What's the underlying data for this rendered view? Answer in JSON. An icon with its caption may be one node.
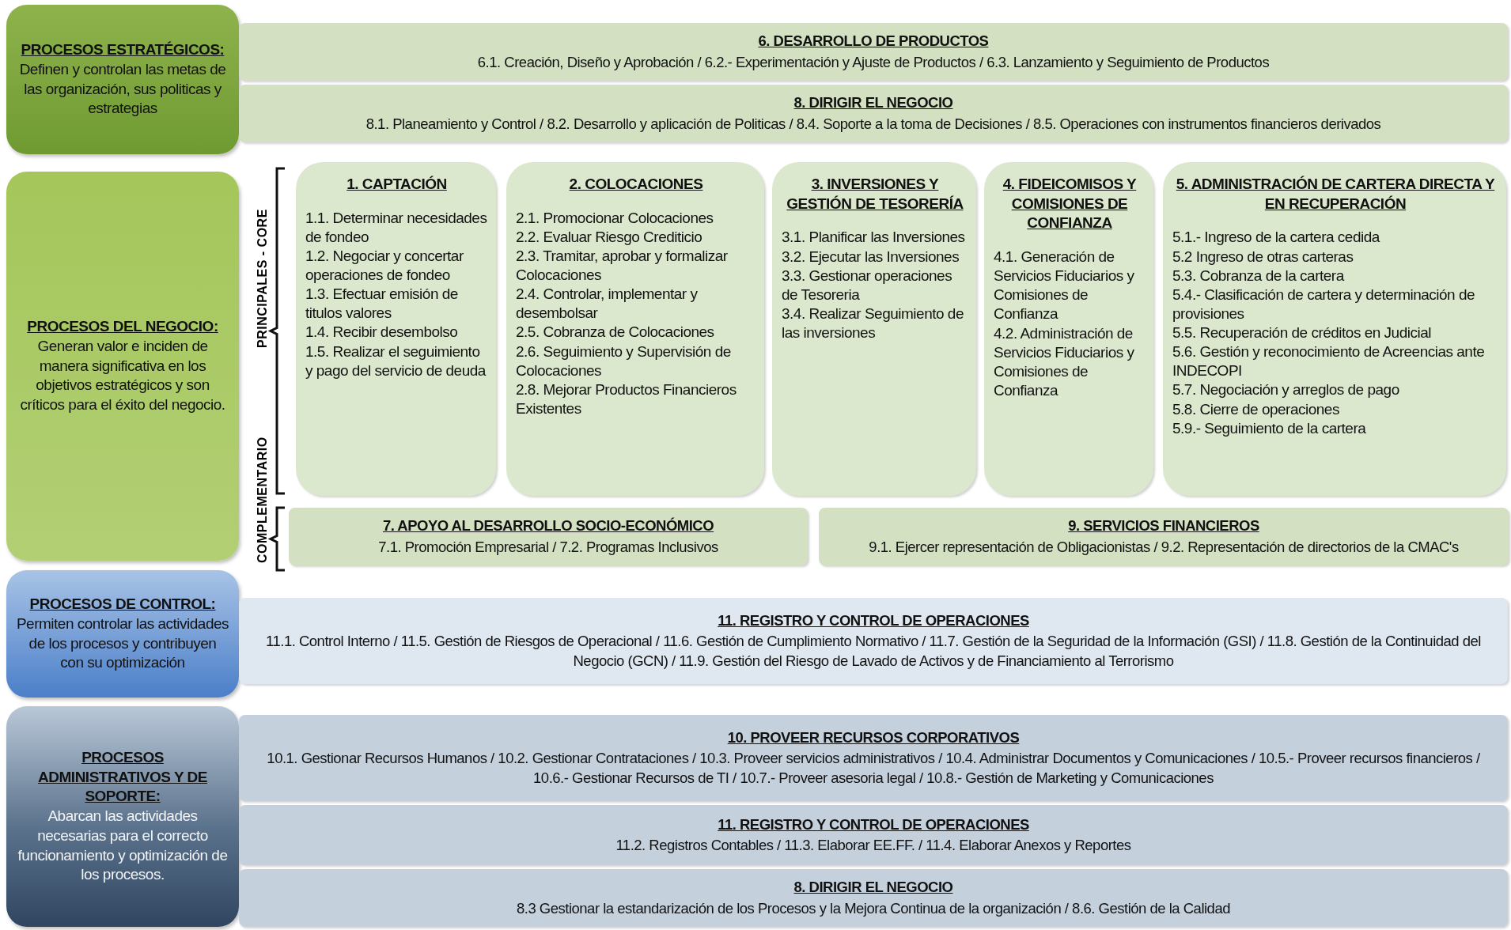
{
  "diagram": {
    "nodes": [
      {
        "text": [
          "PROCESOS ESTRATÉGICOS:",
          "Definen y controlan las metas de las organización, sus politicas y estrategias"
        ]
      },
      {
        "text": [
          "6. DESARROLLO DE PRODUCTOS",
          "6.1. Creación, Diseño y Aprobación / 6.2.- Experimentación y Ajuste de Productos / 6.3. Lanzamiento y Seguimiento de Productos"
        ]
      },
      {
        "text": [
          "8. DIRIGIR EL NEGOCIO",
          "8.1. Planeamiento y Control / 8.2. Desarrollo y aplicación de Politicas / 8.4. Soporte a la toma de Decisiones / 8.5. Operaciones con instrumentos financieros derivados"
        ]
      },
      {
        "text": [
          "PROCESOS DEL NEGOCIO:",
          "Generan valor e inciden de manera significativa en los objetivos estratégicos y son críticos para el éxito del negocio."
        ]
      },
      {
        "text": [
          "1. CAPTACIÓN",
          "1.1. Determinar necesidades de fondeo",
          "1.2. Negociar y concertar operaciones de fondeo",
          "1.3. Efectuar emisión de titulos valores",
          "1.4. Recibir desembolso",
          "1.5. Realizar el seguimiento y pago del servicio de deuda"
        ]
      },
      {
        "text": [
          "2. COLOCACIONES",
          "2.1. Promocionar Colocaciones",
          "2.2. Evaluar Riesgo Crediticio",
          "2.3. Tramitar, aprobar y formalizar Colocaciones",
          "2.4. Controlar, implementar y desembolsar",
          "2.5. Cobranza de Colocaciones",
          "2.6. Seguimiento y Supervisión de Colocaciones",
          "2.8. Mejorar Productos Financieros Existentes"
        ]
      },
      {
        "text": [
          "3. INVERSIONES Y GESTIÓN DE TESORERÍA",
          "3.1. Planificar las Inversiones",
          "3.2. Ejecutar las Inversiones",
          "3.3. Gestionar operaciones de Tesoreria",
          "3.4. Realizar Seguimiento de las inversiones"
        ]
      },
      {
        "text": [
          "4. FIDEICOMISOS Y COMISIONES DE CONFIANZA",
          "4.1. Generación de Servicios Fiduciarios y Comisiones de Confianza",
          "4.2. Administración de Servicios Fiduciarios y Comisiones de Confianza"
        ]
      },
      {
        "text": [
          "5. ADMINISTRACIÓN DE CARTERA DIRECTA Y EN RECUPERACIÓN",
          "5.1.- Ingreso de la cartera cedida",
          "5.2 Ingreso de otras carteras",
          "5.3. Cobranza de la cartera",
          "5.4.- Clasificación de cartera y determinación de provisiones",
          "5.5. Recuperación de créditos en Judicial",
          "5.6. Gestión y reconocimiento de Acreencias ante INDECOPI",
          "5.7. Negociación y arreglos de pago",
          "5.8. Cierre de operaciones",
          "5.9.- Seguimiento de la cartera"
        ]
      },
      {
        "text": [
          "7. APOYO AL DESARROLLO SOCIO-ECONÓMICO",
          "7.1. Promoción Empresarial / 7.2. Programas Inclusivos"
        ]
      },
      {
        "text": [
          "9. SERVICIOS FINANCIEROS",
          "9.1. Ejercer representación de Obligacionistas / 9.2. Representación de directorios de la CMAC's"
        ]
      },
      {
        "text": [
          "PROCESOS DE CONTROL:",
          "Permiten controlar las actividades de los procesos y contribuyen con su optimización"
        ]
      },
      {
        "text": [
          "11. REGISTRO Y CONTROL DE OPERACIONES",
          "11.1. Control Interno / 11.5. Gestión de Riesgos de Operacional / 11.6. Gestión de Cumplimiento Normativo / 11.7. Gestión de la Seguridad de la Información (GSI) / 11.8. Gestión de la Continuidad del Negocio (GCN) / 11.9. Gestión del Riesgo de Lavado de Activos y de Financiamiento al Terrorismo"
        ]
      },
      {
        "text": [
          "PROCESOS ADMINISTRATIVOS Y DE SOPORTE:",
          "Abarcan las actividades necesarias para el correcto funcionamiento y optimización de los procesos."
        ]
      },
      {
        "text": [
          "10. PROVEER RECURSOS CORPORATIVOS",
          "10.1. Gestionar Recursos Humanos / 10.2. Gestionar Contrataciones / 10.3. Proveer servicios administrativos / 10.4. Administrar Documentos y Comunicaciones / 10.5.- Proveer recursos financieros / 10.6.- Gestionar Recursos de TI / 10.7.- Proveer asesoria legal / 10.8.- Gestión de Marketing y Comunicaciones"
        ]
      },
      {
        "text": [
          "11. REGISTRO Y CONTROL DE OPERACIONES",
          "11.2. Registros Contables / 11.3. Elaborar EE.FF. / 11.4. Elaborar Anexos y Reportes"
        ]
      },
      {
        "text": [
          "8. DIRIGIR EL NEGOCIO",
          "8.3 Gestionar la estandarización de los Procesos y la Mejora Continua de la organización / 8.6. Gestión de la Calidad"
        ]
      }
    ],
    "labels": [
      "PRINCIPALES - CORE",
      "COMPLEMENTARIO"
    ]
  }
}
